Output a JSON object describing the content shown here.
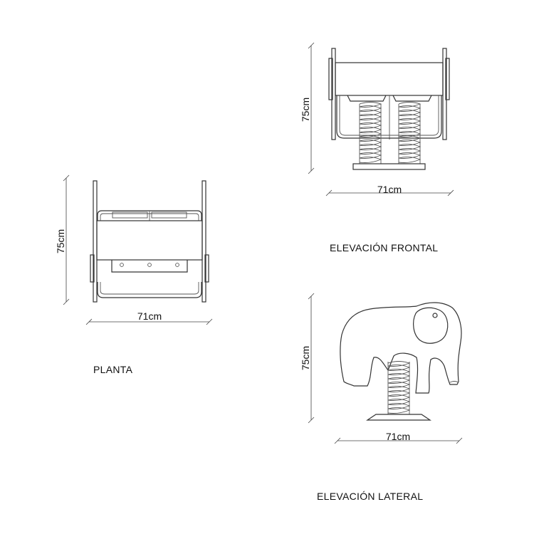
{
  "views": {
    "plan": {
      "title": "PLANTA",
      "height_label": "75cm",
      "width_label": "71cm"
    },
    "front": {
      "title": "ELEVACIÓN FRONTAL",
      "height_label": "75cm",
      "width_label": "71cm"
    },
    "side": {
      "title": "ELEVACIÓN LATERAL",
      "height_label": "75cm",
      "width_label": "71cm"
    }
  }
}
